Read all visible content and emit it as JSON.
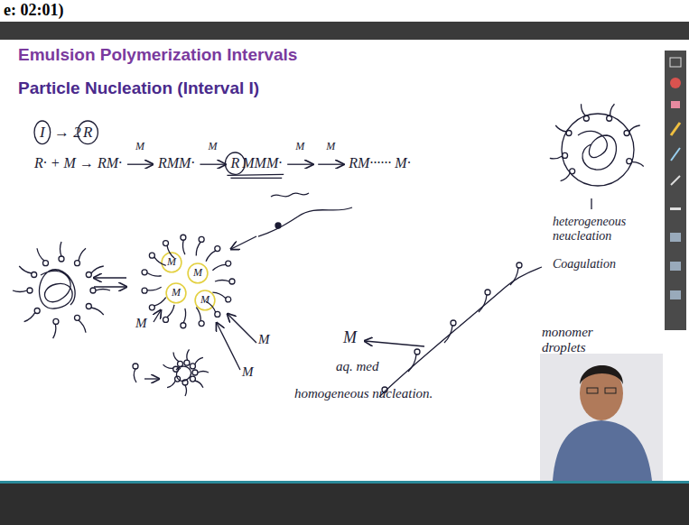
{
  "diagram": {
    "title": "Emulsion Polymerization Intervals",
    "labels": [
      "e: 02:01)",
      "Particle Nucleation (Interval I)",
      "I",
      "→ 2",
      "R",
      "R· + M → RM·",
      "M",
      "RMM·",
      "M",
      "R",
      "MMM·",
      "M",
      "M",
      "RM······ M·",
      "heterogeneous neucleation",
      "Coagulation",
      "monomer droplets",
      "M",
      "aq. med",
      "homogeneous nucleation.",
      "M",
      "M",
      "M",
      "M",
      "M",
      "M",
      "M"
    ]
  }
}
